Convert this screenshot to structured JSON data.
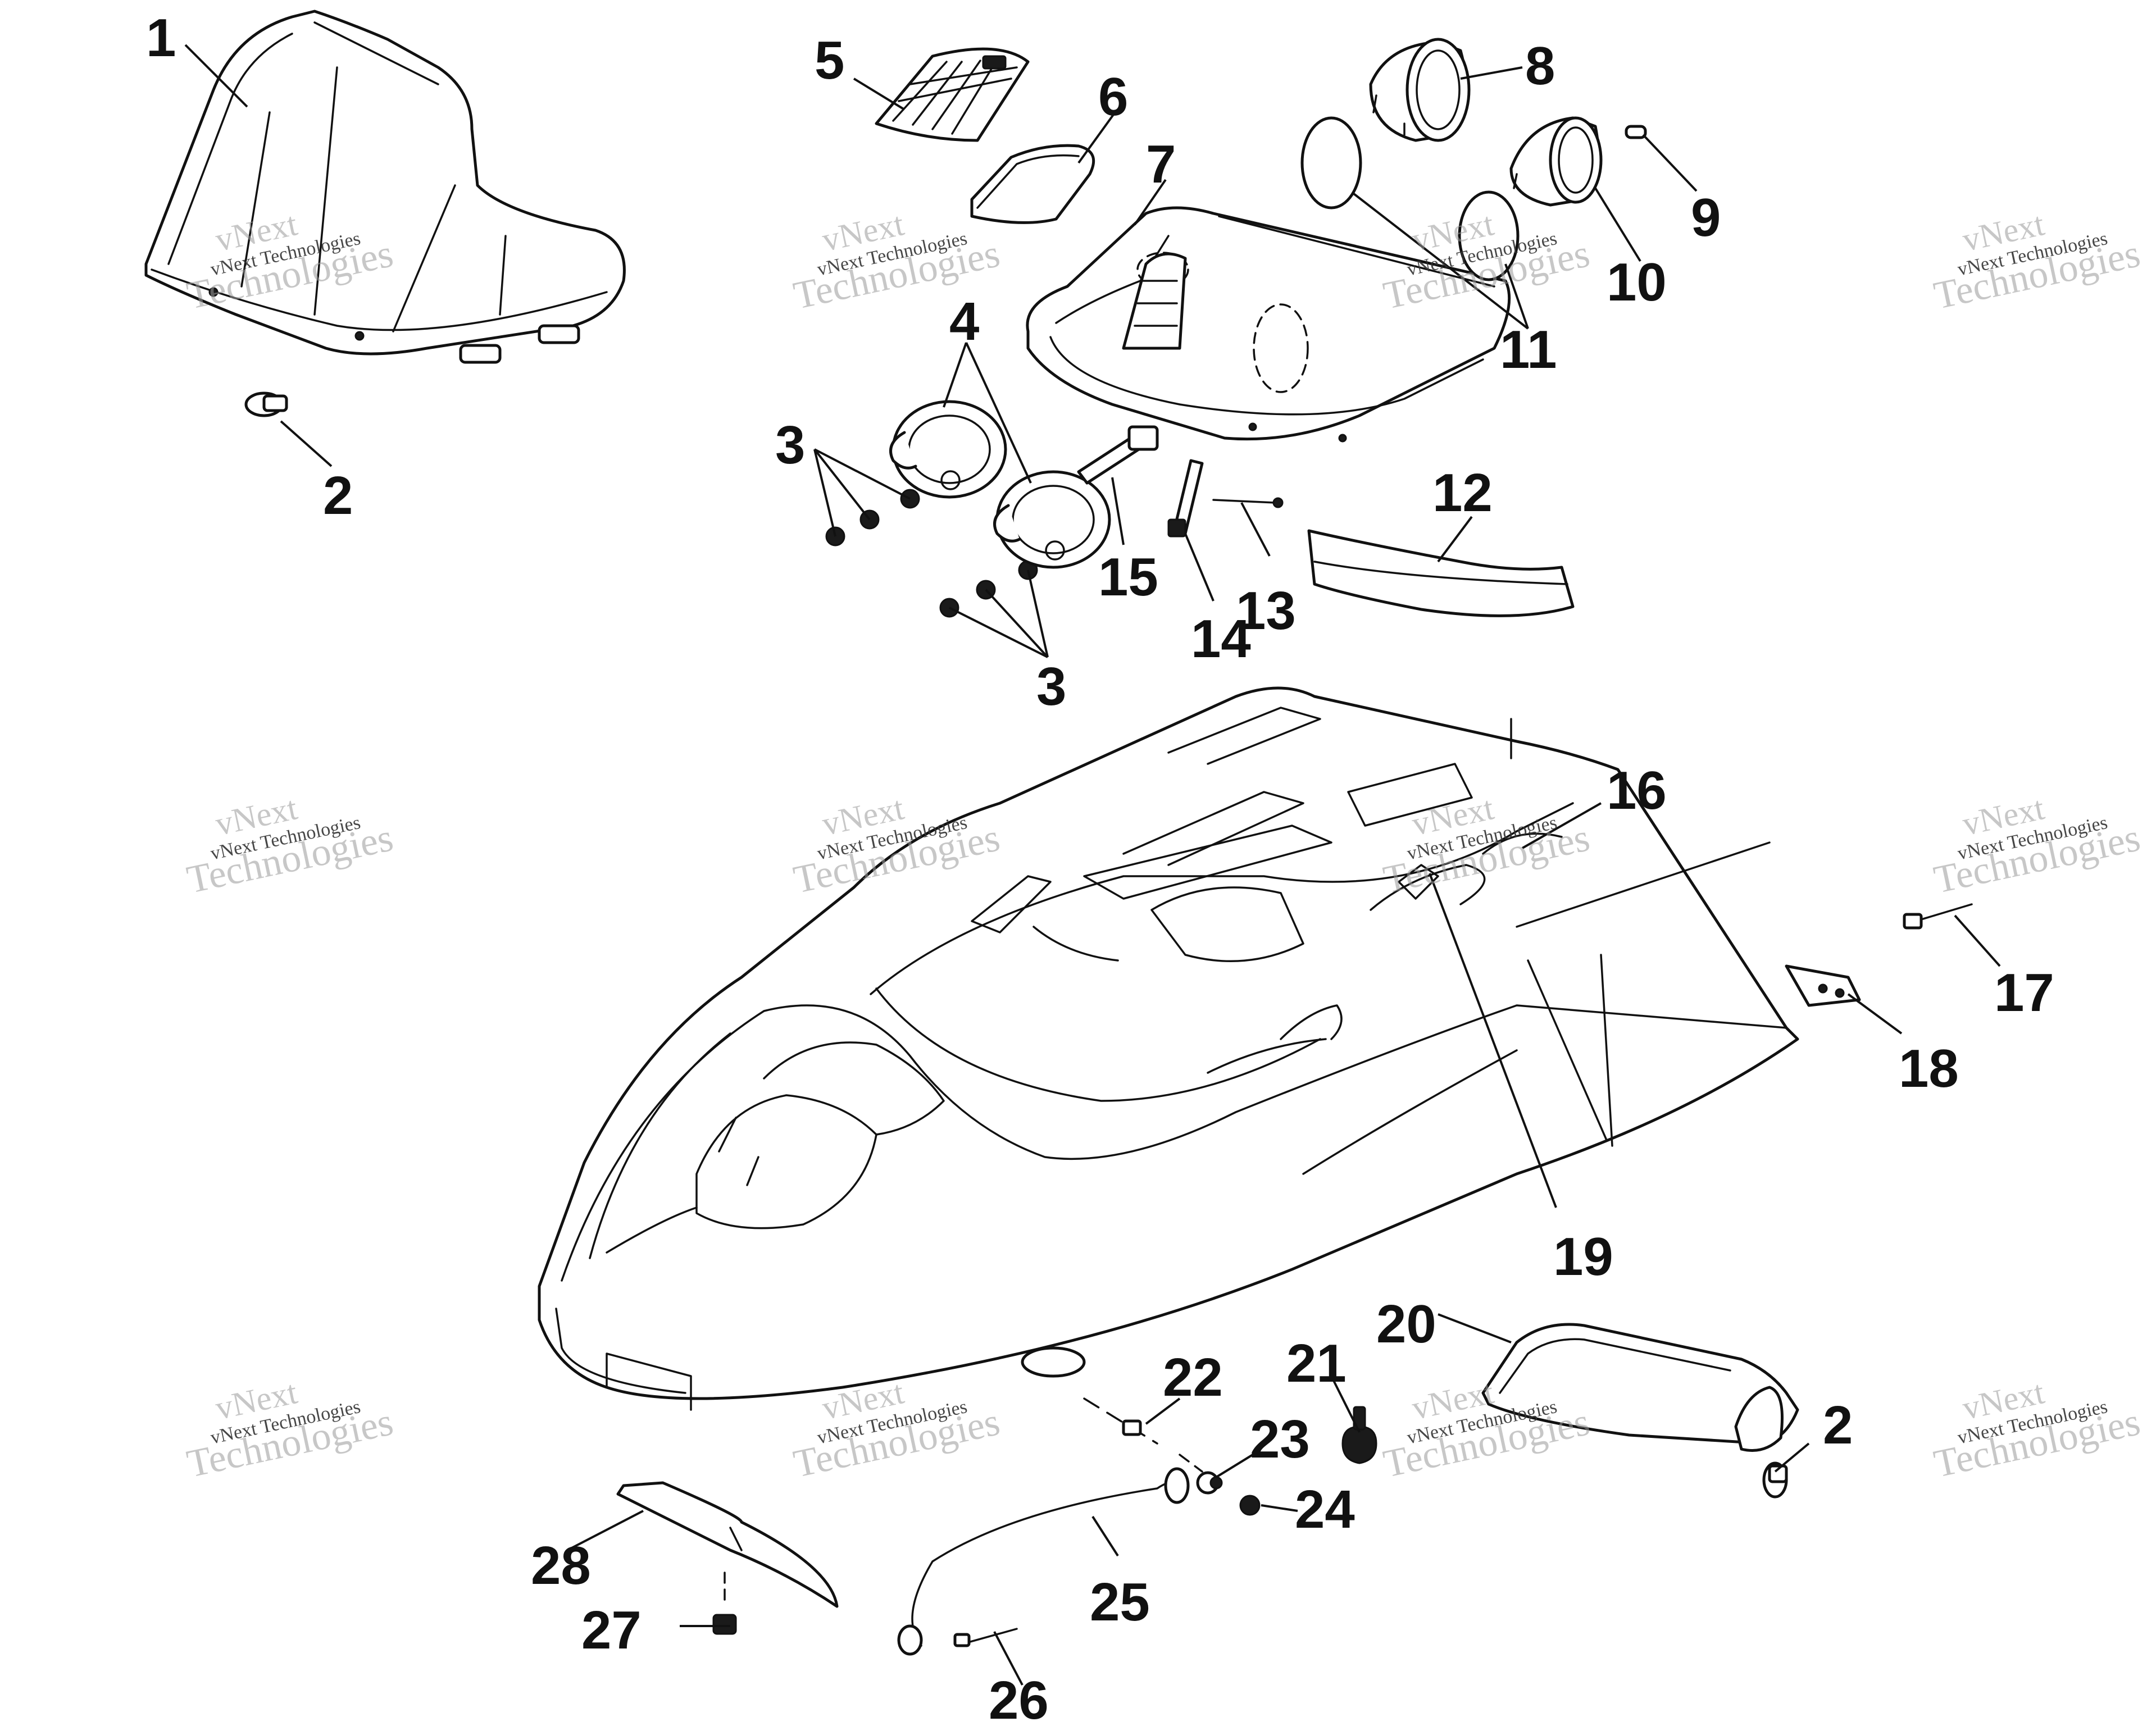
{
  "callouts": [
    "1",
    "2",
    "3",
    "4",
    "5",
    "6",
    "7",
    "8",
    "9",
    "10",
    "11",
    "12",
    "13",
    "14",
    "15",
    "16",
    "17",
    "18",
    "19",
    "20",
    "21",
    "22",
    "23",
    "24",
    "25",
    "26",
    "27",
    "28"
  ],
  "repeated_callouts": {
    "two_b": "2",
    "three_b": "3"
  },
  "watermark": {
    "line1": "vNext",
    "line2": "vNext Technologies",
    "line3": "Technologies"
  }
}
